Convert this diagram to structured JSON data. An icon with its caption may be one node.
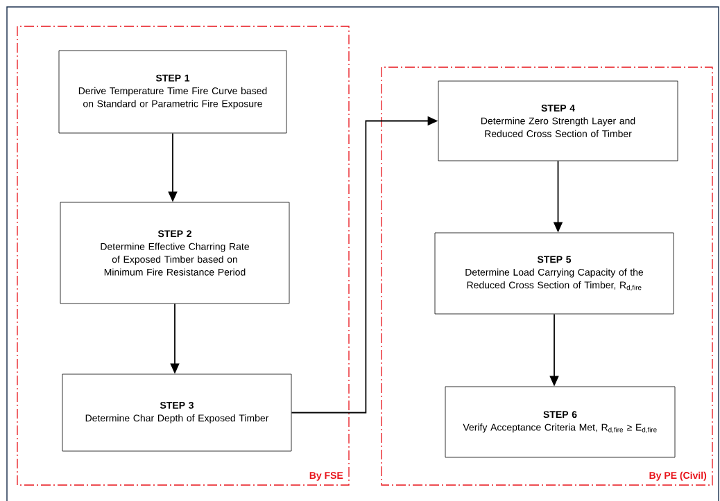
{
  "diagram": {
    "nodes": [
      {
        "text": [
          "By FSE"
        ]
      },
      {
        "text": [
          "By PE (Civil)"
        ]
      },
      {
        "text": [
          "STEP 1",
          "Derive Temperature Time Fire Curve based on Standard or Parametric Fire Exposure"
        ],
        "in": 0
      },
      {
        "text": [
          "STEP 2",
          "Determine Effective Charring Rate of Exposed Timber based on Minimum Fire Resistance Period"
        ],
        "in": 0
      },
      {
        "text": [
          "STEP 3",
          "Determine Char Depth of Exposed Timber"
        ],
        "in": 0
      },
      {
        "text": [
          "STEP 4",
          "Determine Zero Strength Layer and Reduced Cross Section of Timber"
        ],
        "in": 1
      },
      {
        "text": [
          "STEP 5",
          "Determine Load Carrying Capacity of the Reduced Cross Section of Timber, R$_{d,fire}$"
        ],
        "in": 1
      },
      {
        "text": [
          "STEP 6",
          "Verify Acceptance Criteria Met, R$_{d,fire}$ ≥ E$_{d,fire}$"
        ],
        "in": 1
      }
    ],
    "edges": [
      {
        "from": 2,
        "to": 3,
        "arrow": "to"
      },
      {
        "from": 3,
        "to": 4,
        "arrow": "to"
      },
      {
        "from": 4,
        "to": 5,
        "arrow": "to"
      },
      {
        "from": 5,
        "to": 6,
        "arrow": "to"
      },
      {
        "from": 6,
        "to": 7,
        "arrow": "to"
      }
    ]
  }
}
